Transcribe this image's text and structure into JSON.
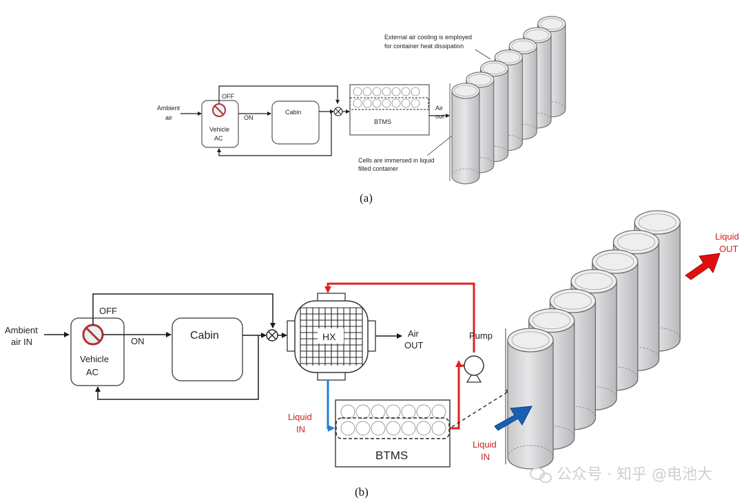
{
  "panel_a": {
    "ambient_line1": "Ambient",
    "ambient_line2": "air",
    "off": "OFF",
    "on": "ON",
    "vehicle_line1": "Vehicle",
    "vehicle_line2": "AC",
    "cabin": "Cabin",
    "btms": "BTMS",
    "air_out_line1": "Air",
    "air_out_line2": "out",
    "note_cooling_line1": "External air cooling is employed",
    "note_cooling_line2": "for container heat dissipation",
    "note_cells_line1": "Cells are immersed in liquid",
    "note_cells_line2": "filled container",
    "caption": "(a)"
  },
  "panel_b": {
    "ambient_line1": "Ambient",
    "ambient_line2": "air IN",
    "off": "OFF",
    "on": "ON",
    "vehicle_line1": "Vehicle",
    "vehicle_line2": "AC",
    "cabin": "Cabin",
    "hx": "HX",
    "air_out_line1": "Air",
    "air_out_line2": "OUT",
    "pump": "Pump",
    "liquid_in_line1": "Liquid",
    "liquid_in_line2": "IN",
    "btms": "BTMS",
    "liquid_in2_line1": "Liquid",
    "liquid_in2_line2": "IN",
    "liquid_out_line1": "Liquid",
    "liquid_out_line2": "OUT",
    "caption": "(b)"
  },
  "watermark": "公众号 · 知乎 @电池大",
  "colors": {
    "line": "#1a1a1a",
    "hot_loop": "#e02020",
    "cold_loop": "#1f7fd6",
    "arrow_in": "#1a5fb4",
    "arrow_out": "#e01010",
    "cylinder_fill": "#d8d8da",
    "cylinder_stroke": "#6a6a6a"
  }
}
